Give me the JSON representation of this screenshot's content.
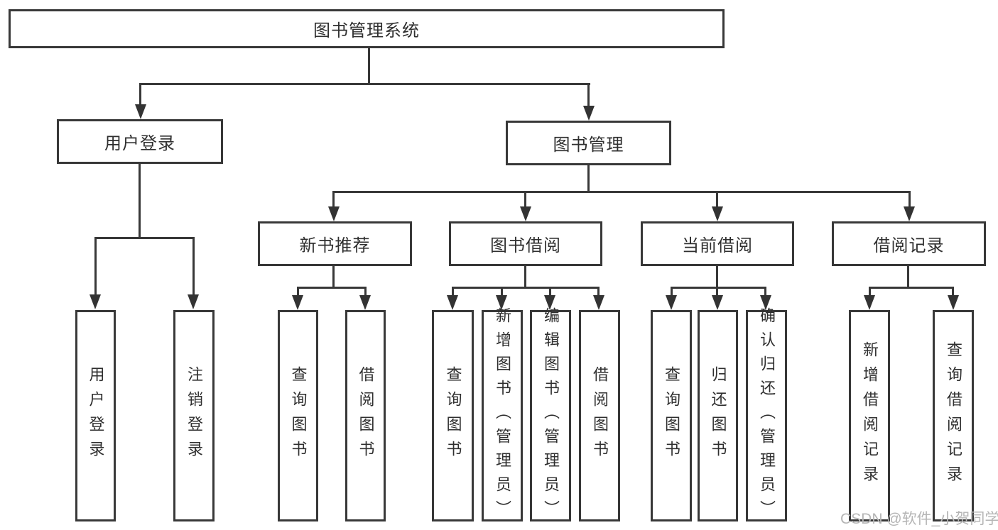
{
  "root": {
    "label": "图书管理系统"
  },
  "branches": {
    "userLogin": {
      "label": "用户登录",
      "children": [
        "用户登录",
        "注销登录"
      ]
    },
    "bookMgmt": {
      "label": "图书管理"
    }
  },
  "groups": [
    {
      "label": "新书推荐",
      "children": [
        "查询图书",
        "借阅图书"
      ]
    },
    {
      "label": "图书借阅",
      "children": [
        "查询图书",
        "新增图书（管理员）",
        "编辑图书（管理员）",
        "借阅图书"
      ]
    },
    {
      "label": "当前借阅",
      "children": [
        "查询图书",
        "归还图书",
        "确认归还（管理员）"
      ]
    },
    {
      "label": "借阅记录",
      "children": [
        "新增借阅记录",
        "查询借阅记录"
      ]
    }
  ],
  "watermark": "CSDN @软件_小贺同学",
  "colors": {
    "line": "#383838",
    "text": "#2f2f2f",
    "background": "#ffffff",
    "watermark": "#b5b5b5"
  }
}
